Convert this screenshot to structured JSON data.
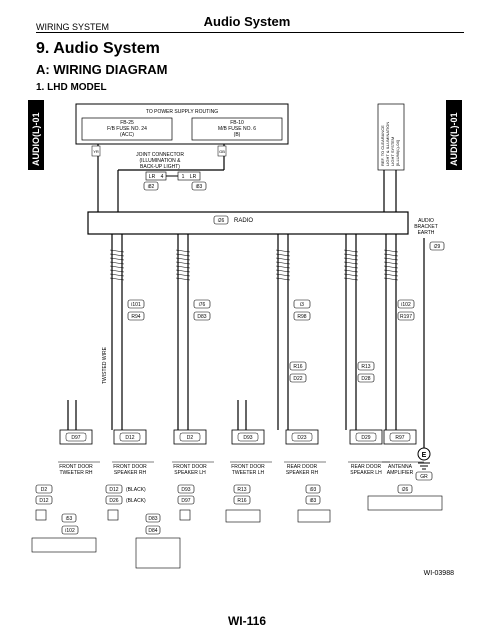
{
  "header": {
    "section_label": "WIRING SYSTEM",
    "page_title": "Audio System"
  },
  "heading": {
    "main": "9. Audio System",
    "sub": "A: WIRING DIAGRAM",
    "model": "1. LHD MODEL"
  },
  "side_tags": {
    "left": "AUDIO(L)-01",
    "right": "AUDIO(L)-01"
  },
  "power": {
    "title": "TO POWER SUPPLY ROUTING",
    "fuse_left": [
      "FB-25",
      "F/B FUSE NO. 24",
      "(ACC)"
    ],
    "fuse_right": [
      "FB-10",
      "M/B FUSE NO. 6",
      "(B)"
    ],
    "wire_left": "YR",
    "wire_right": "GB"
  },
  "joint": {
    "label": [
      "JOINT CONNECTOR",
      "(ILLUMINATION &",
      "BACK-UP LIGHT)"
    ],
    "pin_a": "LR",
    "pin_a_num": "4",
    "pin_b": "LR",
    "pin_b_num": "1",
    "conn_a": "i82",
    "conn_b": "i83"
  },
  "ref_note": [
    "REF. TO CLEARANCE",
    "LIGHT & ILLUMINATION",
    "LIGHT SYSTEM",
    "[ILLUMI(L)-04]"
  ],
  "radio": {
    "conn": "i26",
    "label": "RADIO"
  },
  "earth": {
    "label": [
      "AUDIO",
      "BRACKET",
      "EARTH"
    ],
    "conn": "i29",
    "symbol": "E",
    "wire": "GR"
  },
  "twisted": "TWISTED WIRE",
  "connectors": [
    {
      "top": "i101",
      "bottom": "R94"
    },
    {
      "top": "i76",
      "bottom": "D83"
    },
    {
      "top": "i3",
      "bottom": "R98"
    },
    {
      "top": "R16",
      "bottom": "D22"
    },
    {
      "top": "R13",
      "bottom": "D28"
    },
    {
      "top": "i102",
      "bottom": "R197"
    }
  ],
  "devices": [
    {
      "conn": "D97",
      "name": [
        "FRONT DOOR",
        "TWEETER RH"
      ]
    },
    {
      "conn": "D12",
      "name": [
        "FRONT DOOR",
        "SPEAKER RH"
      ]
    },
    {
      "conn": "D2",
      "name": [
        "FRONT DOOR",
        "SPEAKER LH"
      ]
    },
    {
      "conn": "D93",
      "name": [
        "FRONT DOOR",
        "TWEETER LH"
      ]
    },
    {
      "conn": "D23",
      "name": [
        "REAR DOOR",
        "SPEAKER RH"
      ]
    },
    {
      "conn": "D29",
      "name": [
        "REAR DOOR",
        "SPEAKER LH"
      ]
    },
    {
      "conn": "R97",
      "name": [
        "ANTENNA",
        "AMPLIFIER"
      ]
    }
  ],
  "views": {
    "col1": [
      "D2",
      "D12",
      "i53",
      "i102"
    ],
    "col2": [
      "D12",
      "D26",
      "(BLACK)",
      "(BLACK)",
      "D83",
      "D84"
    ],
    "col3": [
      "D93",
      "D97"
    ],
    "col4": [
      "R13",
      "R16"
    ],
    "col5": [
      "i93",
      "i83"
    ],
    "col6": "i26"
  },
  "footer": {
    "code": "WI-03988",
    "page": "WI-116"
  }
}
